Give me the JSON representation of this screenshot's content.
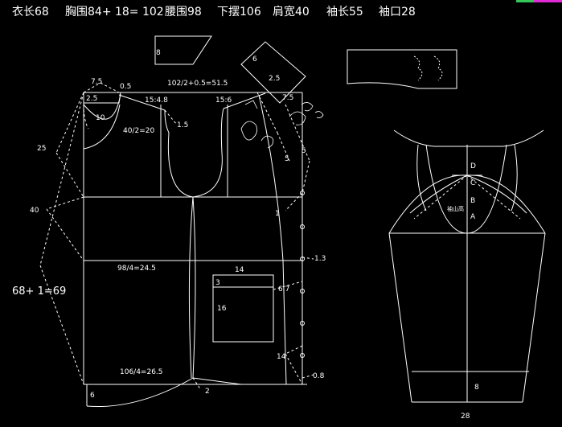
{
  "colors": {
    "background": "#000000",
    "lines": "#ffffff",
    "accent_green": "#34c85a",
    "accent_magenta": "#e02ad6"
  },
  "header": {
    "measurements": [
      "衣长68",
      "胸围84+ 18= 102",
      "腰围98",
      "下摆106",
      "肩宽40",
      "袖长55",
      "袖口28"
    ]
  },
  "body_labels": {
    "bust_calc": "102/2+0.5=51.5",
    "shoulder_back": "7.5",
    "neck_rise": "0.5",
    "neck_width": "2.5",
    "back_shoulder_slope": "15:4.8",
    "front_shoulder_slope": "15:6",
    "back_armhole_offset": "1.5",
    "cross_back": "40/2=20",
    "neck_depth": "10",
    "armhole_depth": "25",
    "waist_line": "40",
    "total_length": "68+ 1=69",
    "waist_calc": "98/4=24.5",
    "hem_calc": "106/4=26.5",
    "hem_curve_rise": "6",
    "side_hem_offset": "2",
    "front_neck_depth": "2.5",
    "front_shoulder_back": "7.5",
    "front_armhole_offset_a": "5",
    "front_armhole_offset_b": "5",
    "front_placket_offset": "1",
    "pocket_width": "14",
    "pocket_top": "3",
    "pocket_height": "16",
    "pocket_offset_x": "6.7",
    "placket_width": "1.3",
    "pocket_to_hem": "14",
    "front_hem_drop": "0.8",
    "collar_stand": "8",
    "collar_piece": "6"
  },
  "sleeve_labels": {
    "point_d": "D",
    "point_c": "C",
    "point_b": "B",
    "point_a": "A",
    "cap_height": "袖山高",
    "cuff_height": "8",
    "cuff_width": "28"
  }
}
